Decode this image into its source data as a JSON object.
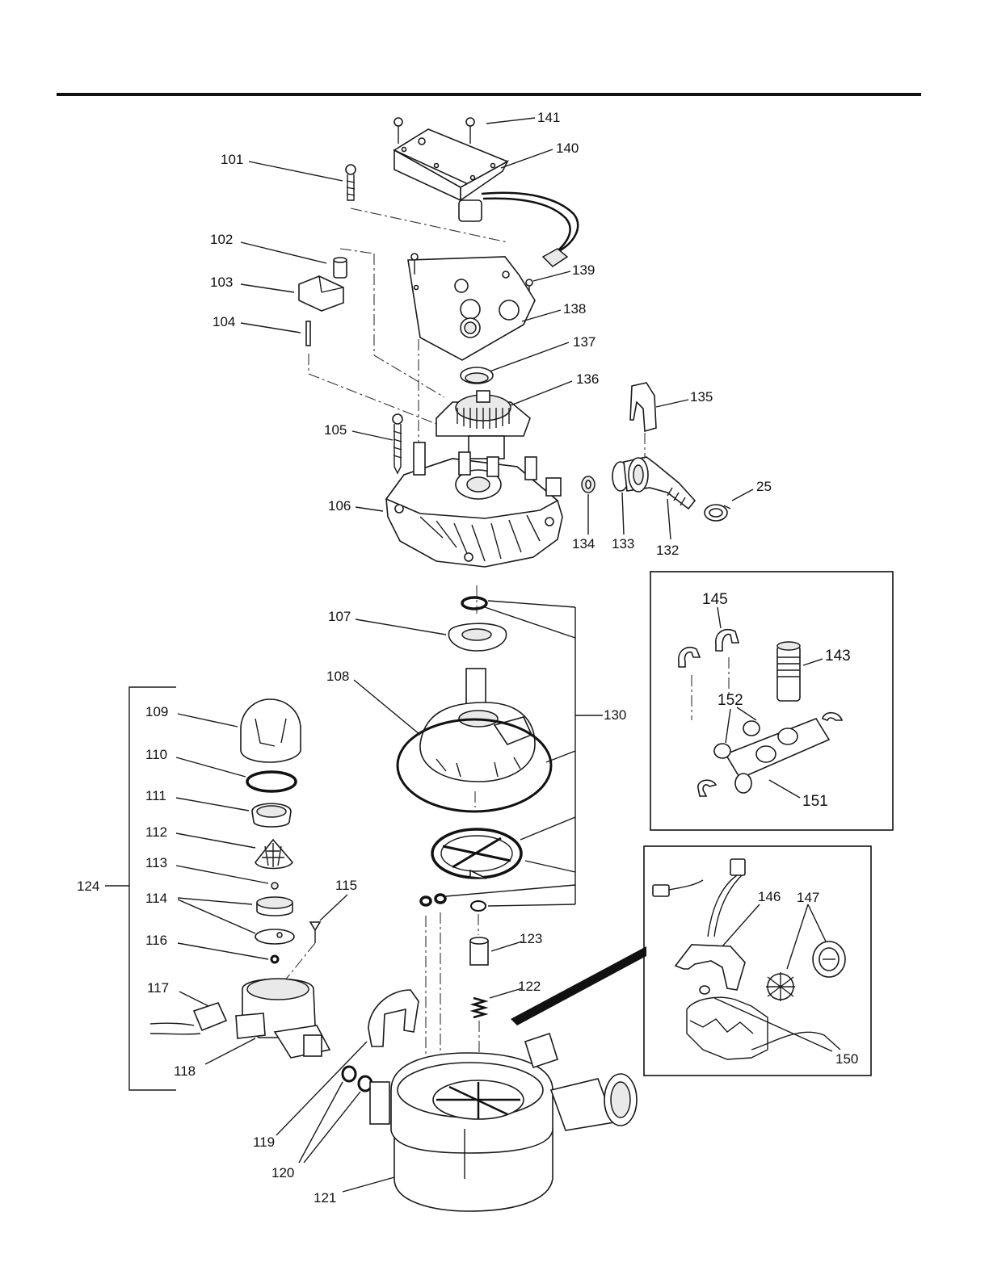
{
  "diagram": {
    "labels": {
      "p25": "25",
      "p101": "101",
      "p102": "102",
      "p103": "103",
      "p104": "104",
      "p105": "105",
      "p106": "106",
      "p107": "107",
      "p108": "108",
      "p109": "109",
      "p110": "110",
      "p111": "111",
      "p112": "112",
      "p113": "113",
      "p114": "114",
      "p115": "115",
      "p116": "116",
      "p117": "117",
      "p118": "118",
      "p119": "119",
      "p120": "120",
      "p121": "121",
      "p122": "122",
      "p123": "123",
      "p124": "124",
      "p130": "130",
      "p132": "132",
      "p133": "133",
      "p134": "134",
      "p135": "135",
      "p136": "136",
      "p137": "137",
      "p138": "138",
      "p139": "139",
      "p140": "140",
      "p141": "141",
      "p143": "143",
      "p145": "145",
      "p146": "146",
      "p147": "147",
      "p150": "150",
      "p151": "151",
      "p152": "152"
    }
  }
}
